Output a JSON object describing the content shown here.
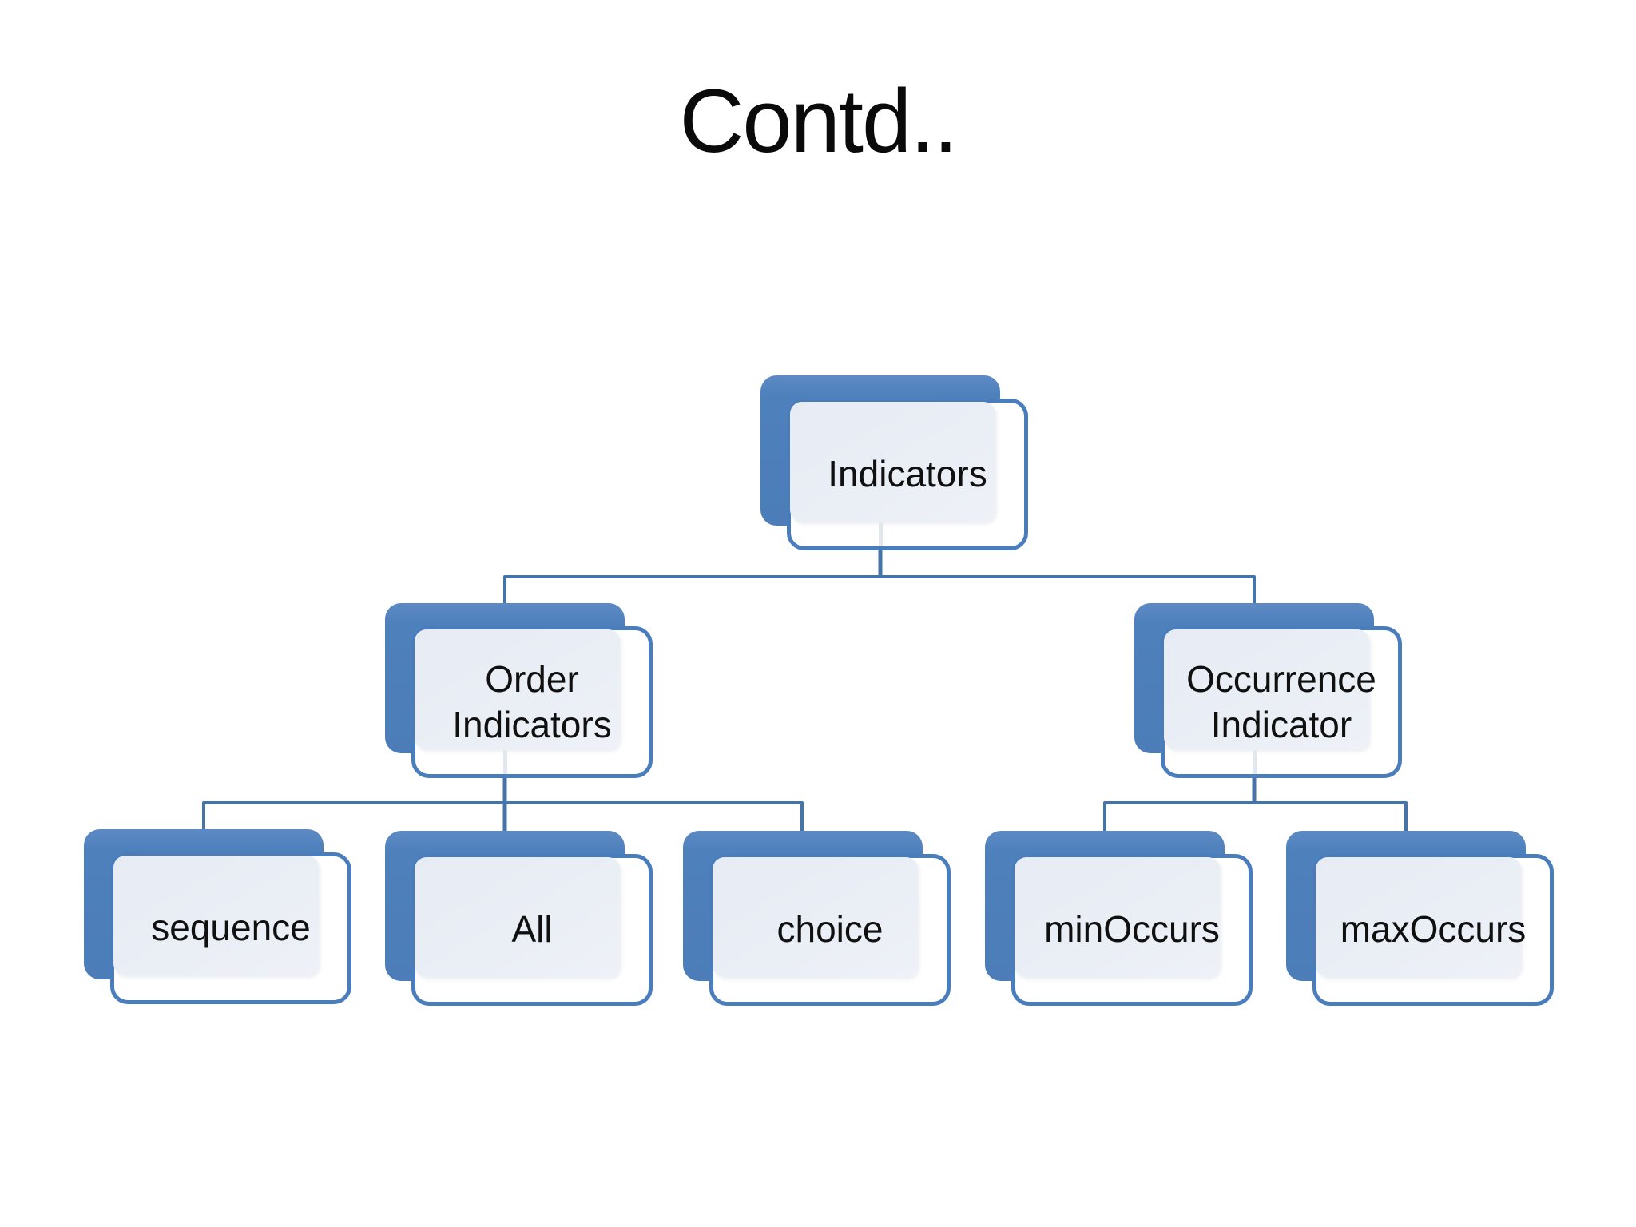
{
  "slide": {
    "title": "Contd.."
  },
  "diagram": {
    "type": "org-chart-hierarchy",
    "nodes": {
      "indicators": {
        "label": "Indicators",
        "level": 1
      },
      "order": {
        "label": "Order Indicators",
        "level": 2
      },
      "occurrence": {
        "label": "Occurrence Indicator",
        "level": 2
      },
      "sequence": {
        "label": "sequence",
        "level": 3
      },
      "all": {
        "label": "All",
        "level": 3
      },
      "choice": {
        "label": "choice",
        "level": 3
      },
      "minoccurs": {
        "label": "minOccurs",
        "level": 3
      },
      "maxoccurs": {
        "label": "maxOccurs",
        "level": 3
      }
    },
    "edges": [
      {
        "from": "Indicators",
        "to": "Order Indicators"
      },
      {
        "from": "Indicators",
        "to": "Occurrence Indicator"
      },
      {
        "from": "Order Indicators",
        "to": "sequence"
      },
      {
        "from": "Order Indicators",
        "to": "All"
      },
      {
        "from": "Order Indicators",
        "to": "choice"
      },
      {
        "from": "Occurrence Indicator",
        "to": "minOccurs"
      },
      {
        "from": "Occurrence Indicator",
        "to": "maxOccurs"
      }
    ],
    "colors": {
      "background": "#ffffff",
      "shape_back": "#4e80bc",
      "shape_border": "#4a7dbc",
      "shape_fill": "#e9edf5",
      "connector": "#4674a8",
      "text": "#101010",
      "title_text": "#0a0a0a"
    }
  }
}
